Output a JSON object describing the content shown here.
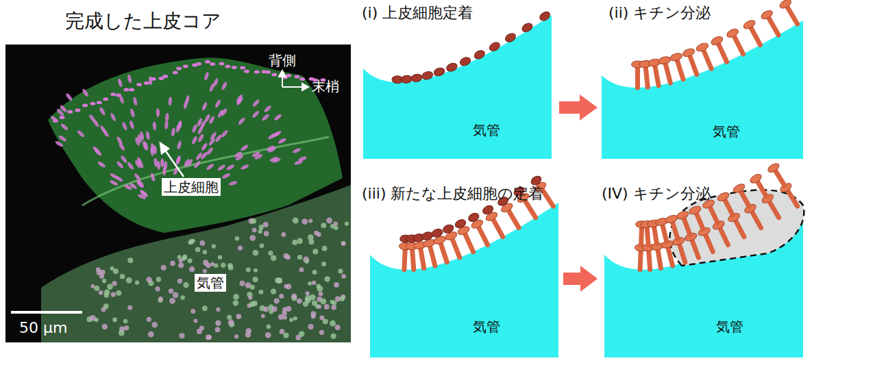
{
  "diagram": {
    "nodes": [
      {
        "text": [
          "(i) 上皮細胞定着",
          "気管"
        ]
      },
      {
        "text": [
          "(ii) キチン分泌",
          "気管"
        ]
      },
      {
        "text": [
          "(iii) 新たな上皮細胞の定着",
          "気管"
        ]
      },
      {
        "text": [
          "(IV) キチン分泌",
          "気管"
        ]
      }
    ],
    "edges": [
      {
        "from": 0,
        "to": 1,
        "arrow": "to"
      },
      {
        "from": 2,
        "to": 3,
        "arrow": "to"
      }
    ],
    "labels": [
      "完成した上皮コア",
      "背側",
      "末梢",
      "上皮細胞",
      "気管",
      "50 μm"
    ]
  }
}
